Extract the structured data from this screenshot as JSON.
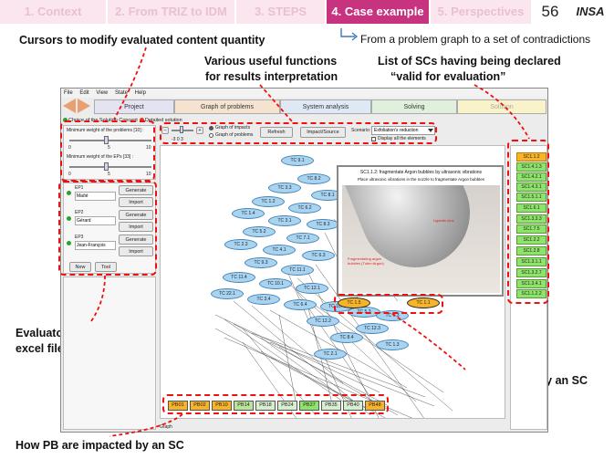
{
  "header": {
    "tabs": [
      {
        "label": "1. Context"
      },
      {
        "label": "2. From TRIZ to IDM"
      },
      {
        "label": "3. STEPS"
      },
      {
        "label": "4. Case example"
      },
      {
        "label": "5. Perspectives"
      }
    ],
    "active_tab": 3,
    "page_number": "56",
    "logo_text": "INSA"
  },
  "subtitle": "From a problem graph to a set of contradictions",
  "annotations": {
    "cursors": "Cursors to modify evaluated content quantity",
    "functions_line1": "Various useful functions",
    "functions_line2": "for results interpretation",
    "list_line1": "List of SCs having being declared",
    "list_line2": "“valid for evaluation”",
    "evaluators_line1": "Evaluators (experts) : one",
    "evaluators_line2": "excel file to fill for each",
    "tcs": "How TCs are impacted by an SC",
    "pbs": "How PB are impacted by an SC"
  },
  "app": {
    "menu": [
      "File",
      "Edit",
      "View",
      "State",
      "Help"
    ],
    "steps": [
      "Project",
      "Graph of problems",
      "System analysis",
      "Solving",
      "Solution"
    ],
    "panel_tabs": [
      "Choice of the Solution Concept",
      "Detailed solution"
    ],
    "slider1_label": "Minimum weight of the problems [10] :",
    "slider1_ticks": [
      "0",
      "5",
      "10"
    ],
    "slider2_label": "Minimum weight of the EPs [33] :",
    "slider2_ticks": [
      "0",
      "5",
      "10"
    ],
    "experts": [
      {
        "id": "EP1",
        "name": "Maïté"
      },
      {
        "id": "EP2",
        "name": "Gérard"
      },
      {
        "id": "EP3",
        "name": "Jean-François"
      }
    ],
    "generate_label": "Generate",
    "import_label": "Import",
    "new_label": "New",
    "tool_label": "Tool",
    "toolbar": {
      "radio_impacts": "Graph of impacts",
      "radio_problems": "Graph of problems",
      "slider_ticks": "-3  0  3",
      "refresh": "Refresh",
      "impact_source": "Impact/Source",
      "scenario_label": "Scenario:",
      "scenario_value": "Exfoliation's reduction",
      "display_all": "Display all the elements"
    },
    "popup": {
      "title": "SC1.1.2: fragmentate Argon bubbles by ultrasonic vibrations",
      "subtitle": "Place ultrasonic vibrations in the nozzle to fragmentate Argon bubbles",
      "note1": "Ligands ions",
      "note2": "Fragmentating argon bubbles (Tube=Argon)"
    },
    "sc_list": [
      "SC1.1.2",
      "SC1.4.1.3",
      "SC1.4.2.1",
      "SC1.4.3.1",
      "SC1.5.1.1",
      "SC1.6.1",
      "SC1.3.3.3",
      "SC1.7.5",
      "SC1.2.2",
      "SC1.2.8",
      "SC1.3.1.1",
      "SC1.3.2.7",
      "SC1.3.4.1",
      "SC1.1.2.2"
    ],
    "tc_nodes": [
      "TC 9.1",
      "TC 8.2",
      "TC 3.3",
      "TC 8.1",
      "TC 1.2",
      "TC 6.2",
      "TC 1.4",
      "TC 3.1",
      "TC 8.3",
      "TC 5.2",
      "TC 7.1",
      "TC 2.3",
      "TC 4.1",
      "TC 6.3",
      "TC 9.3",
      "TC 11.1",
      "TC 11.4",
      "TC 10.1",
      "TC 12.1",
      "TC 22.1",
      "TC 3.4",
      "TC 6.4",
      "TC 10.4",
      "TC 5.3",
      "TC 7.3",
      "TC 12.2",
      "TC 12.3",
      "TC 8.4",
      "TC 1.3",
      "TC 2.1"
    ],
    "highlighted_tcs": [
      "TC 1.5",
      "TC 1.1"
    ],
    "pb_list": [
      "PB01",
      "PB02",
      "PB10",
      "PB14",
      "PB18",
      "PB24",
      "PB27",
      "PB35",
      "PB40",
      "PB48"
    ],
    "status_tab": "Graph",
    "colors": {
      "accent": "#c8337f",
      "sc_green": "#8ee36a",
      "sc_highlight": "#f7b429",
      "pb_orange": "#f7b429",
      "pb_green": "#b9e59a",
      "tc_blue": "#a9d4f0",
      "dashed_red": "#e11111"
    }
  }
}
